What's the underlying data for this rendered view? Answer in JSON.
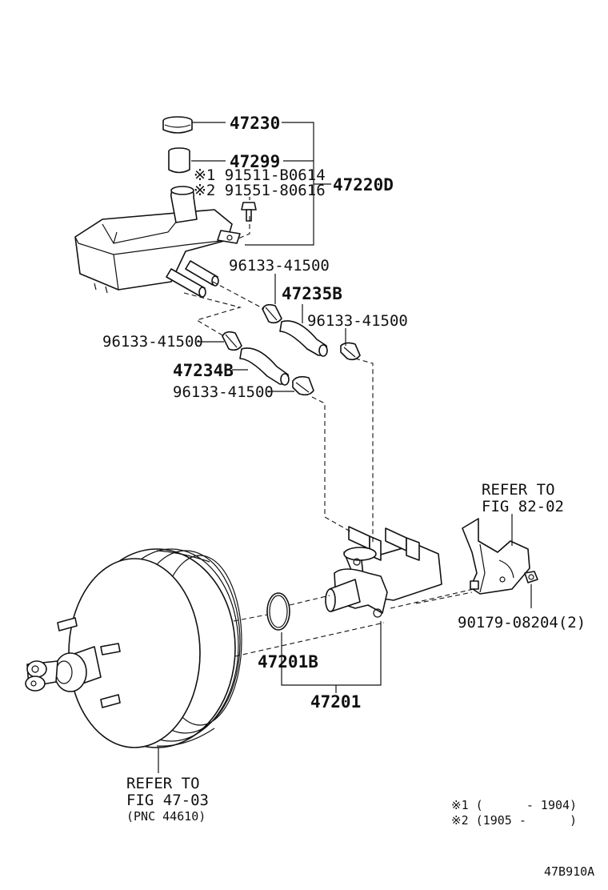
{
  "labels": {
    "p47230": "47230",
    "p47299": "47299",
    "p91511": "※1 91511-B0614",
    "p91551": "※2 91551-80616",
    "p47220D": "47220D",
    "p96133_a": "96133-41500",
    "p47235B": "47235B",
    "p96133_b": "96133-41500",
    "p96133_c": "96133-41500",
    "p47234B": "47234B",
    "p96133_d": "96133-41500",
    "refer_fig82_l1": "REFER TO",
    "refer_fig82_l2": "FIG 82-02",
    "p90179": "90179-08204(2)",
    "p47201B": "47201B",
    "p47201": "47201",
    "refer_fig47_l1": "REFER TO",
    "refer_fig47_l2": "FIG 47-03",
    "refer_fig47_l3": "(PNC 44610)"
  },
  "footnotes": {
    "note1": "※1 (      - 1904)",
    "note2": "※2 (1905 -      )"
  },
  "diagram_id": "47B910A"
}
